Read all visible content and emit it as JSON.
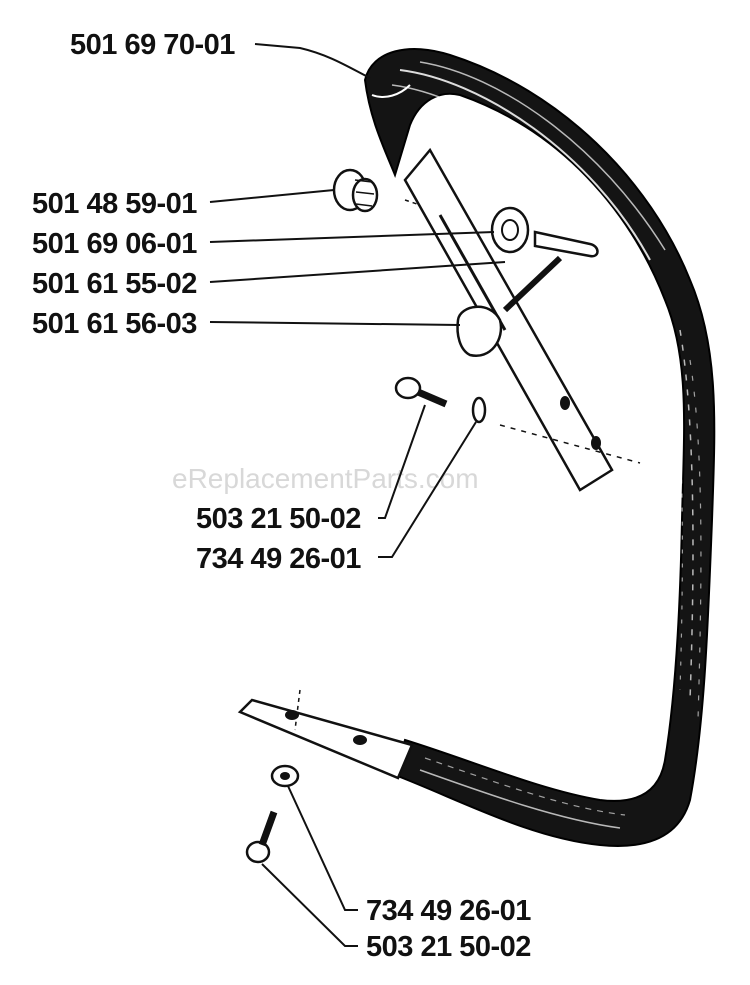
{
  "watermark": "eReplacementParts.com",
  "labels": [
    {
      "id": "handle",
      "part_number": "501 69 70-01"
    },
    {
      "id": "grommet",
      "part_number": "501 48 59-01"
    },
    {
      "id": "bushing",
      "part_number": "501 69 06-01"
    },
    {
      "id": "pin",
      "part_number": "501 61 55-02"
    },
    {
      "id": "knob",
      "part_number": "501 61 56-03"
    },
    {
      "id": "screw-upper",
      "part_number": "503 21 50-02"
    },
    {
      "id": "washer-upper",
      "part_number": "734 49 26-01"
    },
    {
      "id": "washer-lower",
      "part_number": "734 49 26-01"
    },
    {
      "id": "screw-lower",
      "part_number": "503 21 50-02"
    }
  ]
}
